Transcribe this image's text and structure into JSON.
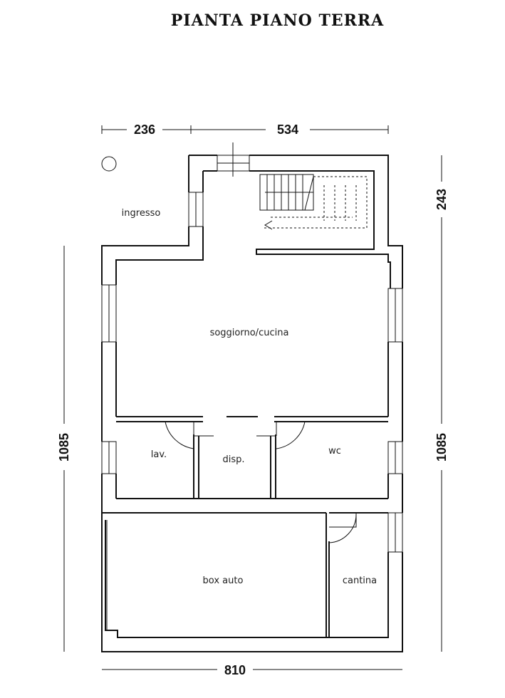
{
  "title": "PIANTA PIANO TERRA",
  "dimensions": {
    "top_left": "236",
    "top_right": "534",
    "right_top": "243",
    "left": "1085",
    "right": "1085",
    "bottom": "810"
  },
  "rooms": {
    "ingresso": "ingresso",
    "soggiorno": "soggiorno/cucina",
    "lav": "lav.",
    "disp": "disp.",
    "wc": "wc",
    "box": "box auto",
    "cantina": "cantina"
  }
}
